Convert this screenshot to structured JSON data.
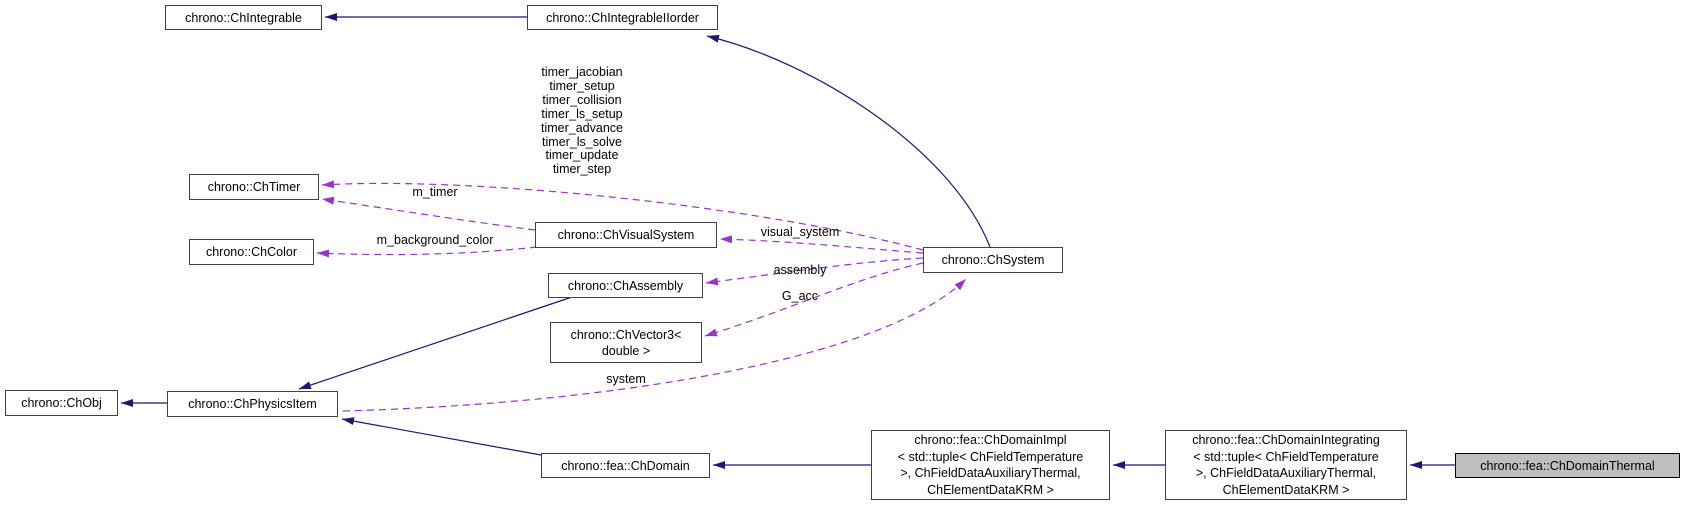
{
  "diagram_type": "collaboration-graph",
  "colors": {
    "inheritance_edge": "#191970",
    "usage_edge": "#9a32cd",
    "node_border": "#404040",
    "node_fill": "#ffffff",
    "selected_node_fill": "#bfbfbf",
    "selected_node_border": "#000000"
  },
  "nodes": {
    "integrable": {
      "label": "chrono::ChIntegrable"
    },
    "integrable_iiorder": {
      "label": "chrono::ChIntegrableIIorder"
    },
    "timer": {
      "label": "chrono::ChTimer"
    },
    "color": {
      "label": "chrono::ChColor"
    },
    "visual_system": {
      "label": "chrono::ChVisualSystem"
    },
    "assembly": {
      "label": "chrono::ChAssembly"
    },
    "vector3": {
      "lines": [
        "chrono::ChVector3<",
        "double >"
      ]
    },
    "system": {
      "label": "chrono::ChSystem"
    },
    "obj": {
      "label": "chrono::ChObj"
    },
    "physics_item": {
      "label": "chrono::ChPhysicsItem"
    },
    "domain": {
      "label": "chrono::fea::ChDomain"
    },
    "domain_impl": {
      "lines": [
        "chrono::fea::ChDomainImpl",
        "< std::tuple< ChFieldTemperature",
        ">, ChFieldDataAuxiliaryThermal,",
        "ChElementDataKRM >"
      ]
    },
    "domain_integrating": {
      "lines": [
        "chrono::fea::ChDomainIntegrating",
        "< std::tuple< ChFieldTemperature",
        ">, ChFieldDataAuxiliaryThermal,",
        "ChElementDataKRM >"
      ]
    },
    "domain_thermal": {
      "label": "chrono::fea::ChDomainThermal"
    }
  },
  "edge_labels": {
    "system_timers": [
      "timer_jacobian",
      "timer_setup",
      "timer_collision",
      "timer_ls_setup",
      "timer_advance",
      "timer_ls_solve",
      "timer_update",
      "timer_step"
    ],
    "m_timer": "m_timer",
    "m_background_color": "m_background_color",
    "visual_system": "visual_system",
    "assembly": "assembly",
    "g_acc": "G_acc",
    "system": "system"
  }
}
